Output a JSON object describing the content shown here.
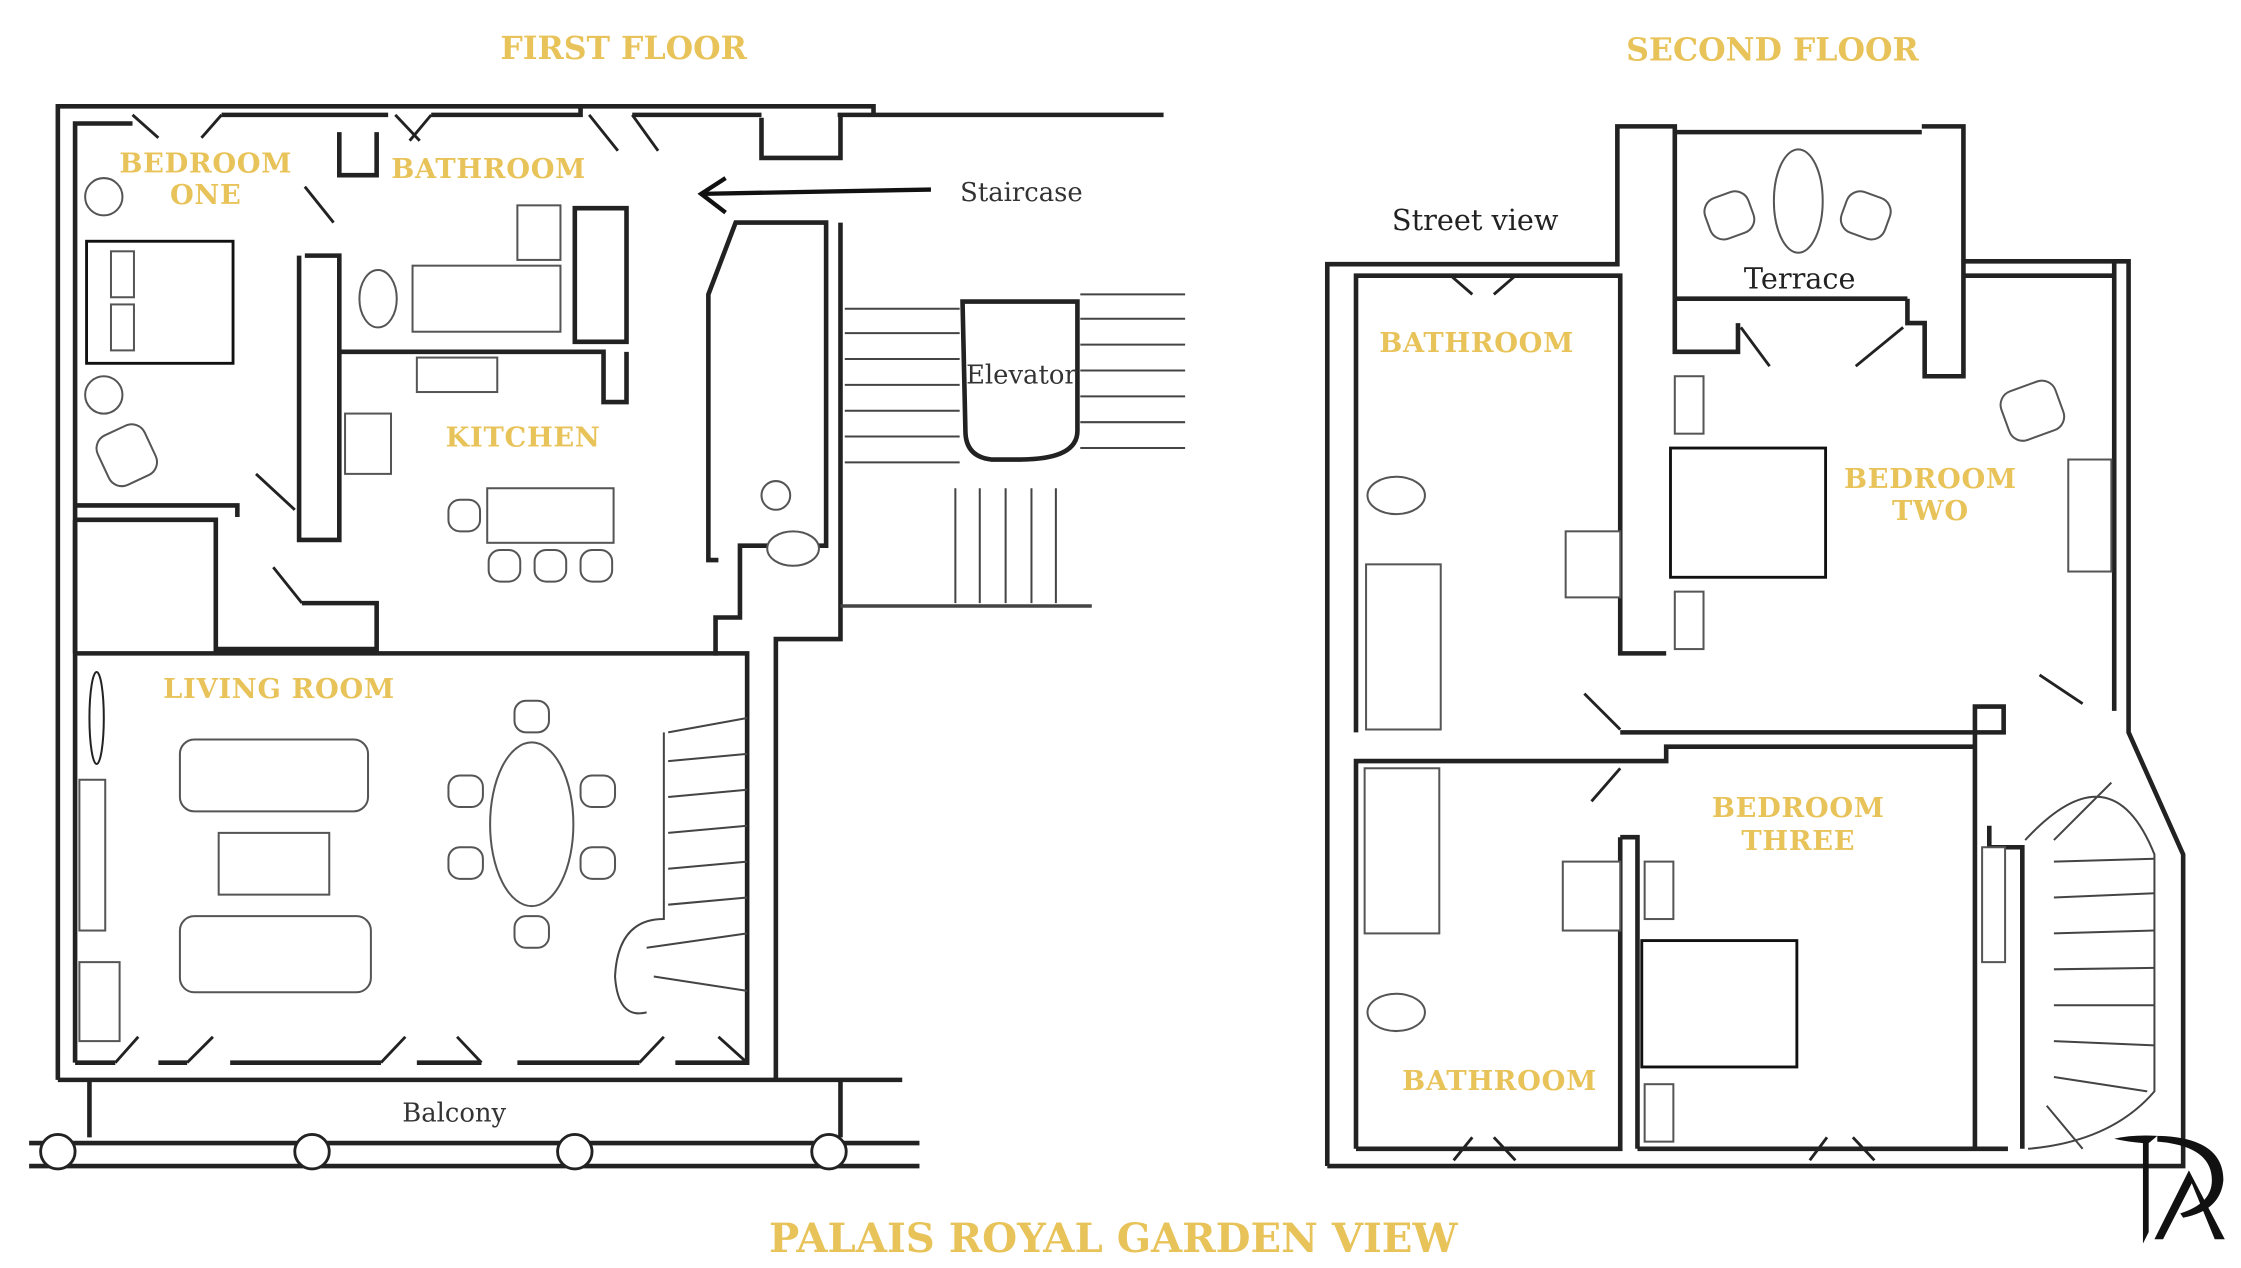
{
  "headings": {
    "first_floor": "FIRST FLOOR",
    "second_floor": "SECOND FLOOR",
    "title": "PALAIS ROYAL GARDEN VIEW"
  },
  "first_floor": {
    "rooms": {
      "bedroom_one_line1": "BEDROOM",
      "bedroom_one_line2": "ONE",
      "bathroom": "BATHROOM",
      "kitchen": "KITCHEN",
      "living_room": "LIVING ROOM"
    },
    "notes": {
      "staircase": "Staircase",
      "elevator": "Elevator",
      "balcony": "Balcony"
    }
  },
  "second_floor": {
    "rooms": {
      "bathroom_top": "BATHROOM",
      "bedroom_two_line1": "BEDROOM",
      "bedroom_two_line2": "TWO",
      "bedroom_three_line1": "BEDROOM",
      "bedroom_three_line2": "THREE",
      "bathroom_bottom": "BATHROOM"
    },
    "notes": {
      "street_view": "Street view",
      "terrace": "Terrace"
    }
  },
  "logo": {
    "monogram": "PR"
  },
  "colors": {
    "label": "#E8C35A",
    "wall": "#222222"
  }
}
